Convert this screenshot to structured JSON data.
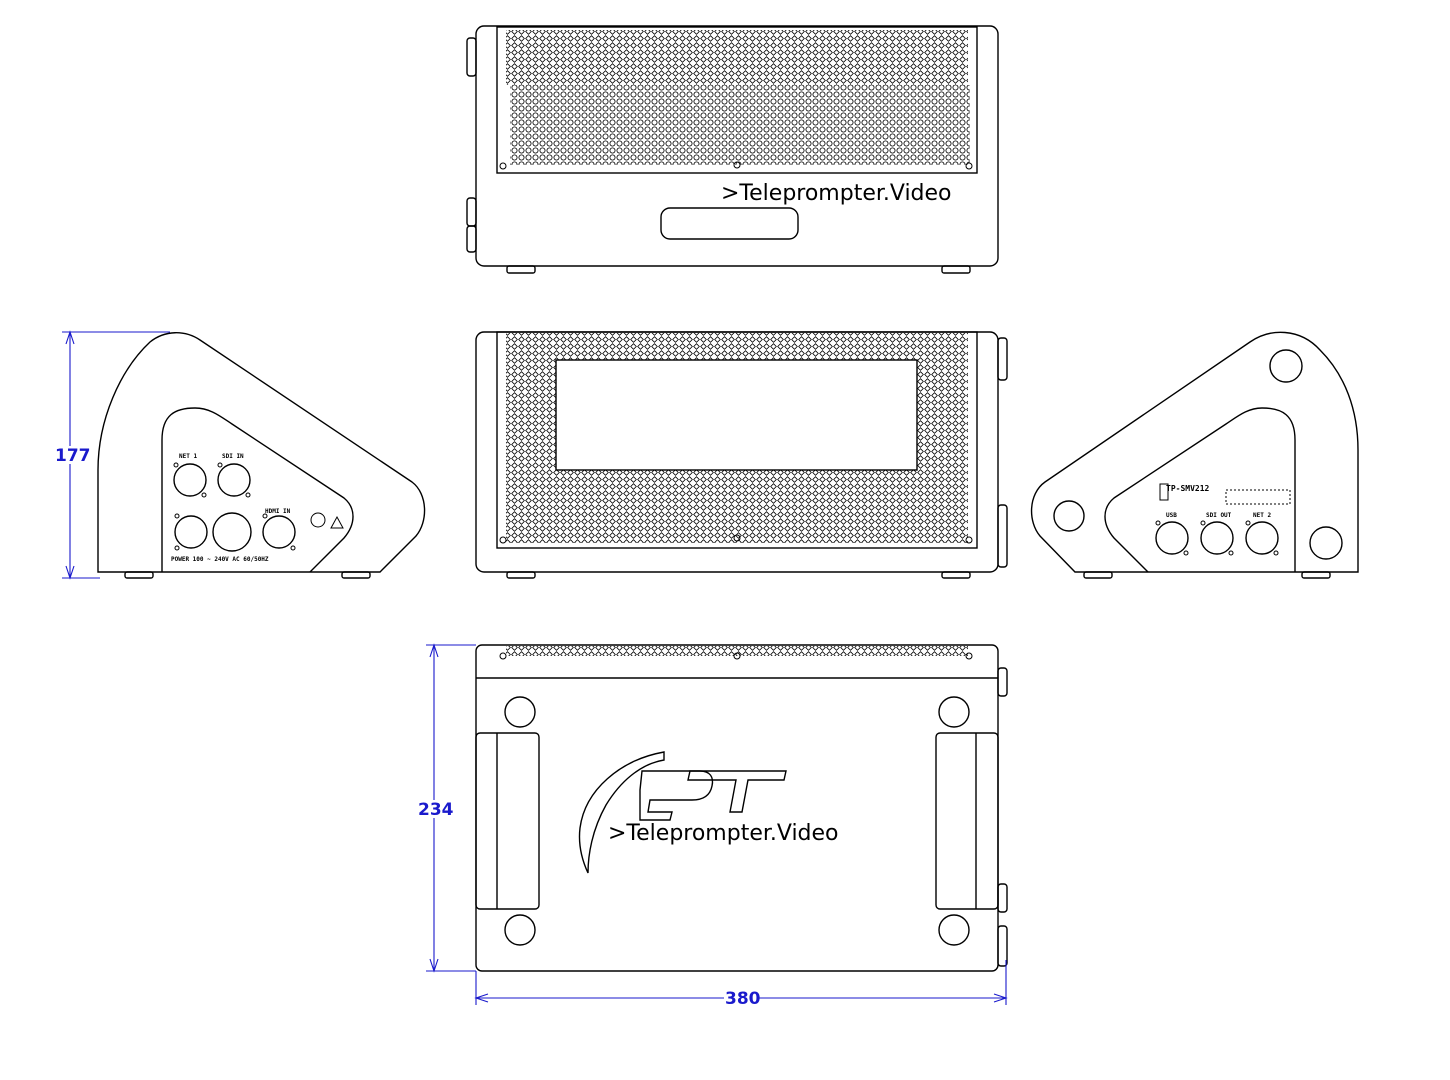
{
  "brand": {
    "tagline": ">Teleprompter.Video",
    "logo": "PT"
  },
  "left_panel": {
    "connectors": [
      "NET 1",
      "SDI IN",
      "HDMI IN"
    ],
    "power_label": "POWER 100 ~ 240V AC 60/50HZ"
  },
  "right_panel": {
    "model": "TP-SMV212",
    "connectors": [
      "USB",
      "SDI OUT",
      "NET 2"
    ]
  },
  "dimensions": {
    "height": "177",
    "depth": "234",
    "width": "380"
  },
  "colors": {
    "line": "#000000",
    "dimension": "#1a1acc"
  }
}
